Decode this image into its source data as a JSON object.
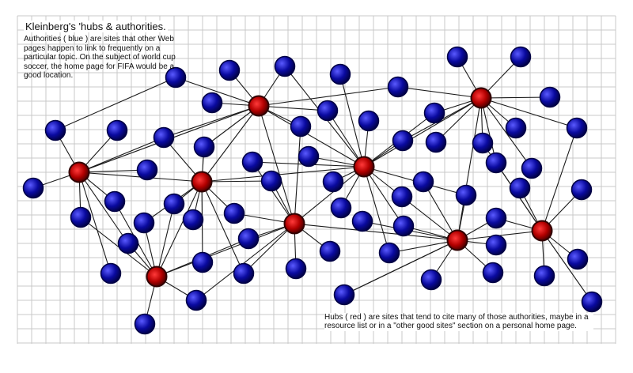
{
  "title": "Kleinberg's 'hubs & authorities.",
  "authorities_note": "Authorities ( blue ) are sites that other Web pages happen to link to frequently on a particular topic.  On the subject of world cup soccer, the home page for FIFA  would be a good location.",
  "hubs_note": "Hubs ( red ) are sites that tend to cite many of those authorities, maybe in a resource list or in a \"other good sites\"  section on a personal home page.",
  "colors": {
    "background": "#ffffff",
    "grid": "#c9c9c9",
    "edge": "#1a1a1a",
    "authority_fill": "#0a0aa0",
    "authority_stroke": "#000044",
    "hub_fill": "#b30000",
    "hub_stroke": "#300000"
  }
}
